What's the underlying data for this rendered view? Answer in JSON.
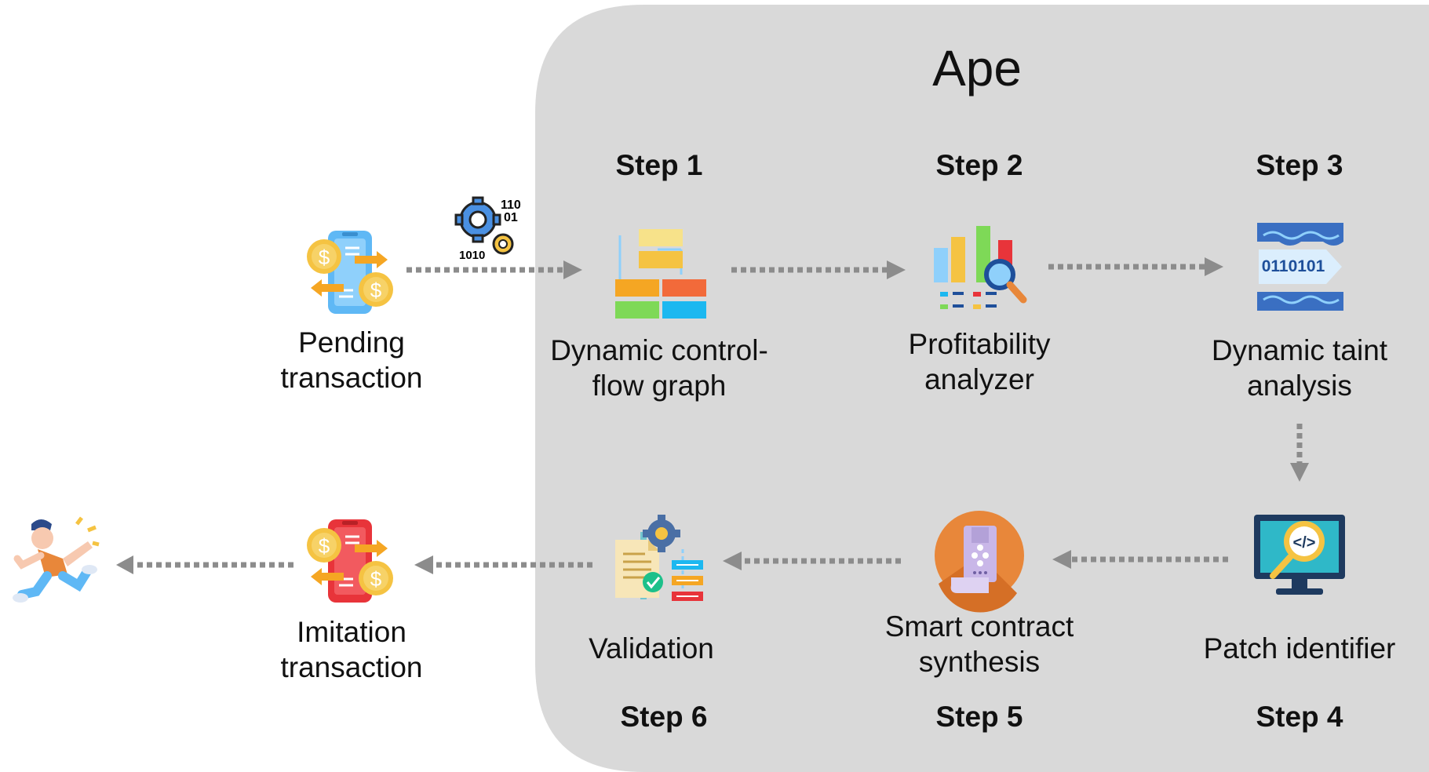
{
  "panel": {
    "title": "Ape",
    "fill": "#d9d9d9"
  },
  "steps": {
    "s1": "Step 1",
    "s2": "Step 2",
    "s3": "Step 3",
    "s4": "Step 4",
    "s5": "Step 5",
    "s6": "Step 6"
  },
  "nodes": {
    "pending": {
      "line1": "Pending",
      "line2": "transaction",
      "icon": "mobile-payment-icon"
    },
    "cfg": {
      "line1": "Dynamic control-",
      "line2": "flow graph",
      "icon": "flow-chart-icon"
    },
    "profit": {
      "line1": "Profitability",
      "line2": "analyzer",
      "icon": "bar-chart-magnifier-icon"
    },
    "taint": {
      "line1": "Dynamic taint",
      "line2": "analysis",
      "icon": "binary-stream-icon"
    },
    "patch": {
      "line1": "Patch identifier",
      "icon": "monitor-code-search-icon"
    },
    "synth": {
      "line1": "Smart contract",
      "line2": "synthesis",
      "icon": "contract-scroll-icon"
    },
    "valid": {
      "line1": "Validation",
      "icon": "document-check-icon"
    },
    "imitation": {
      "line1": "Imitation",
      "line2": "transaction",
      "icon": "mobile-payment-red-icon"
    }
  },
  "decor": {
    "gear_bits_top": "110",
    "gear_bits_mid": "01",
    "gear_bits_low": "1010",
    "binary": "0110101"
  },
  "colors": {
    "arrow": "#8c8c8c",
    "phone_blue": "#5fb8f5",
    "phone_red": "#e8343a",
    "coin": "#f5c342"
  }
}
